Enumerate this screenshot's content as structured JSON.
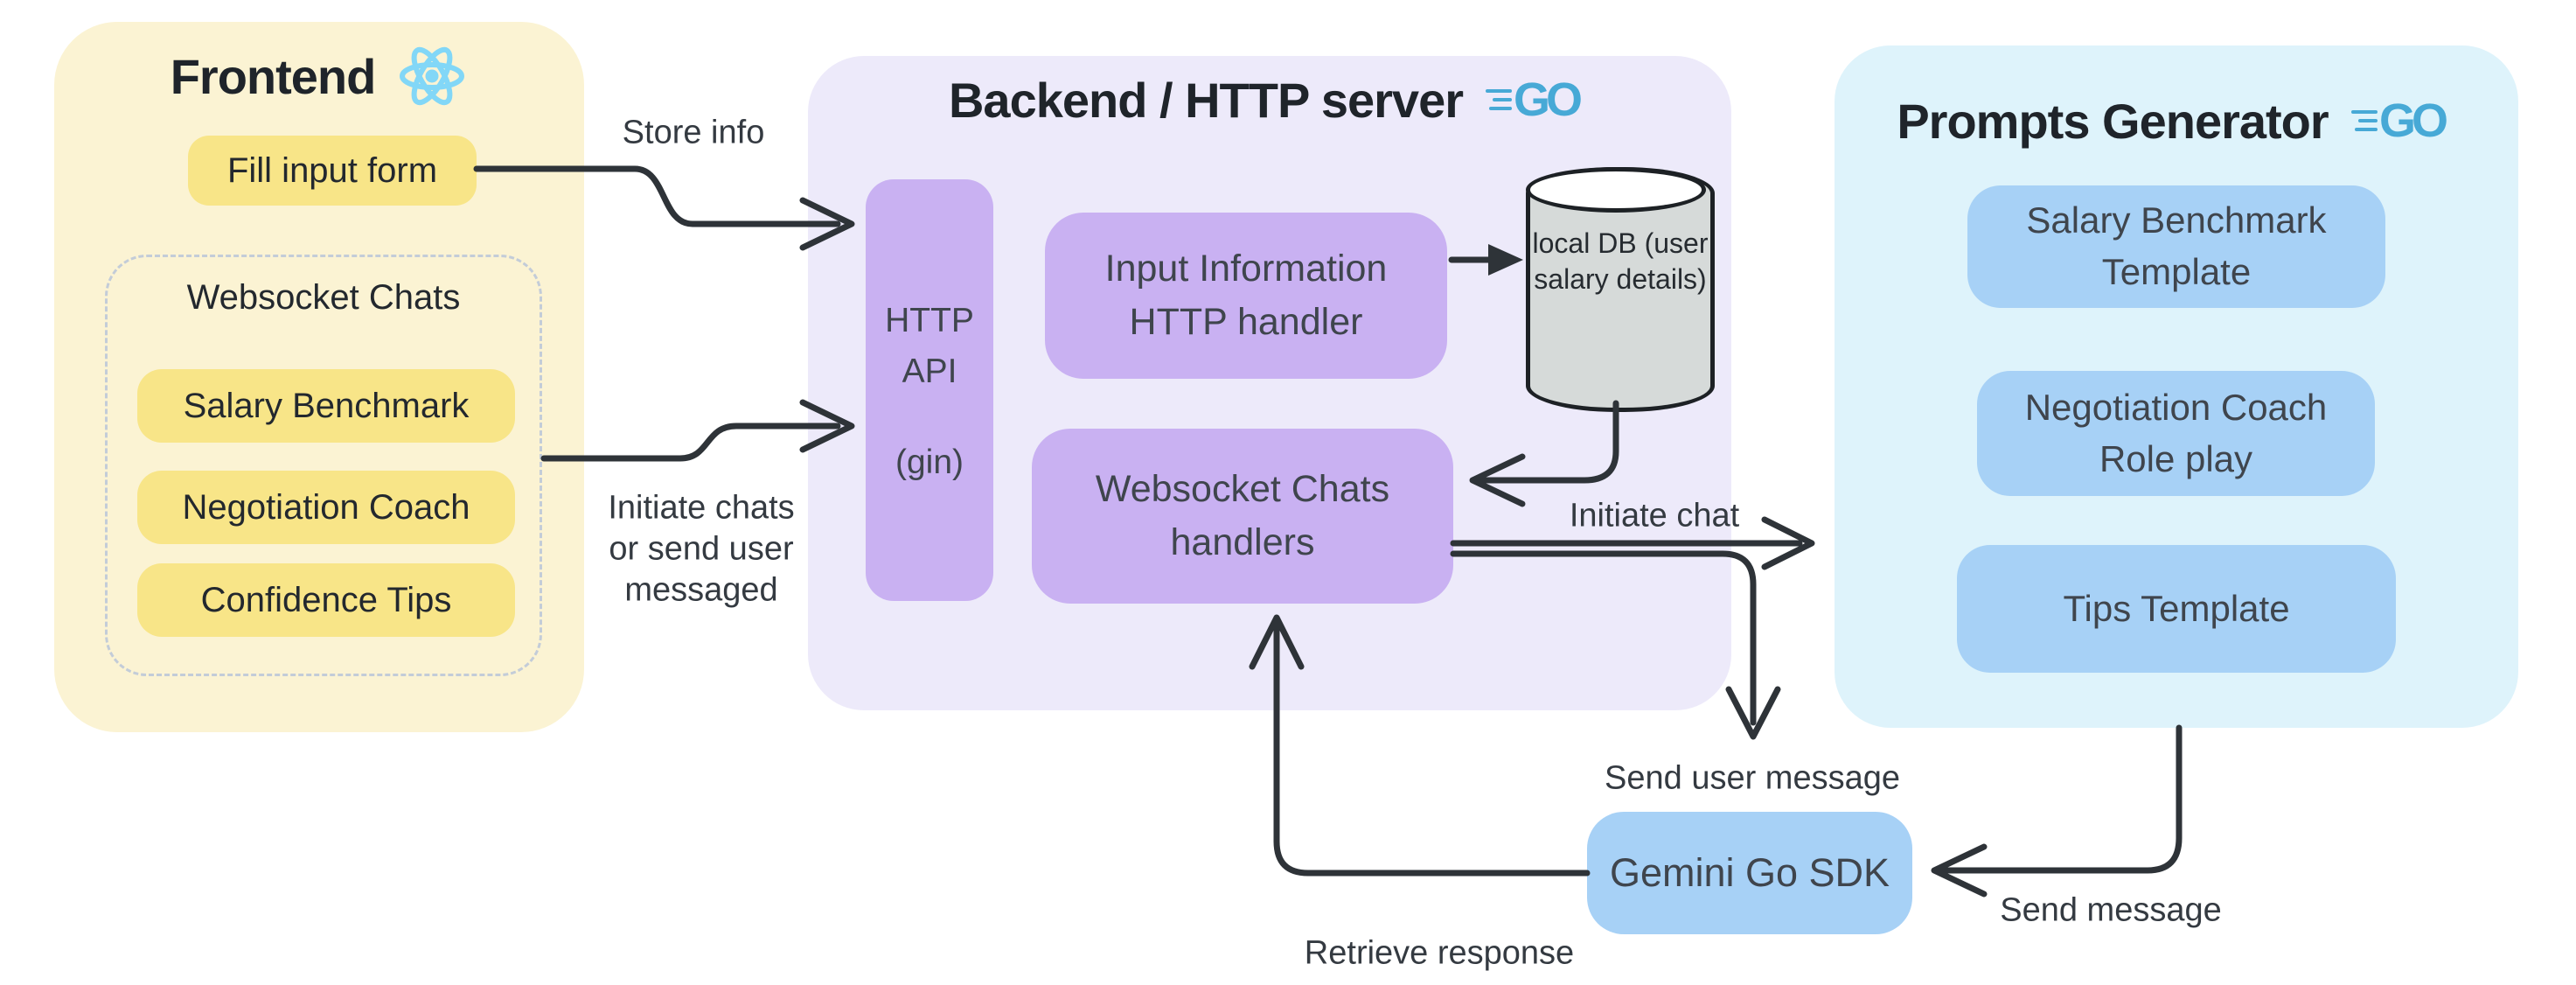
{
  "colors": {
    "frontend_bg": "#fbf3d3",
    "frontend_item_bg": "#f8e588",
    "backend_bg": "#edeafa",
    "backend_item_bg": "#c9b1f2",
    "prompts_bg": "#def3fb",
    "prompts_item_bg": "#a7d1f6",
    "gemini_bg": "#a7d1f6",
    "db_bg": "#d6dad9",
    "db_top_bg": "#ffffff",
    "arrow": "#2e3338",
    "label_text": "#343a41",
    "title_text": "#1f242a",
    "item_text": "#23282e",
    "box_text": "#3f454d",
    "dashed_border": "#c3ccd8",
    "go_logo": "#47a9d6",
    "react_logo": "#82d7f7"
  },
  "icons": {
    "react": "react-atom-logo",
    "go": "golang-logo",
    "go_text": "GO"
  },
  "frontend": {
    "title": "Frontend",
    "fill_input_form": "Fill input form",
    "websocket_chats": {
      "title": "Websocket Chats",
      "items": [
        "Salary Benchmark",
        "Negotiation Coach",
        "Confidence Tips"
      ]
    }
  },
  "backend": {
    "title": "Backend / HTTP server",
    "http_api": {
      "line1": "HTTP",
      "line2": "API",
      "line3": "(gin)"
    },
    "input_handler": {
      "line1": "Input Information",
      "line2": "HTTP handler"
    },
    "websocket_handlers": {
      "line1": "Websocket Chats",
      "line2": "handlers"
    },
    "local_db": {
      "line1": "local DB",
      "line2": "(user salary",
      "line3": "details)"
    }
  },
  "prompts": {
    "title": "Prompts Generator",
    "salary_template": {
      "line1": "Salary Benchmark",
      "line2": "Template"
    },
    "negotiation_template": {
      "line1": "Negotiation Coach",
      "line2": "Role play"
    },
    "tips_template": {
      "line1": "Tips Template"
    }
  },
  "gemini": {
    "label": "Gemini Go SDK"
  },
  "arrow_labels": {
    "store_info": "Store info",
    "initiate_chats_line1": "Initiate chats",
    "initiate_chats_line2": "or send user",
    "initiate_chats_line3": "messaged",
    "initiate_chat": "Initiate chat",
    "send_user_message": "Send user message",
    "send_message": "Send message",
    "retrieve_response": "Retrieve response"
  }
}
